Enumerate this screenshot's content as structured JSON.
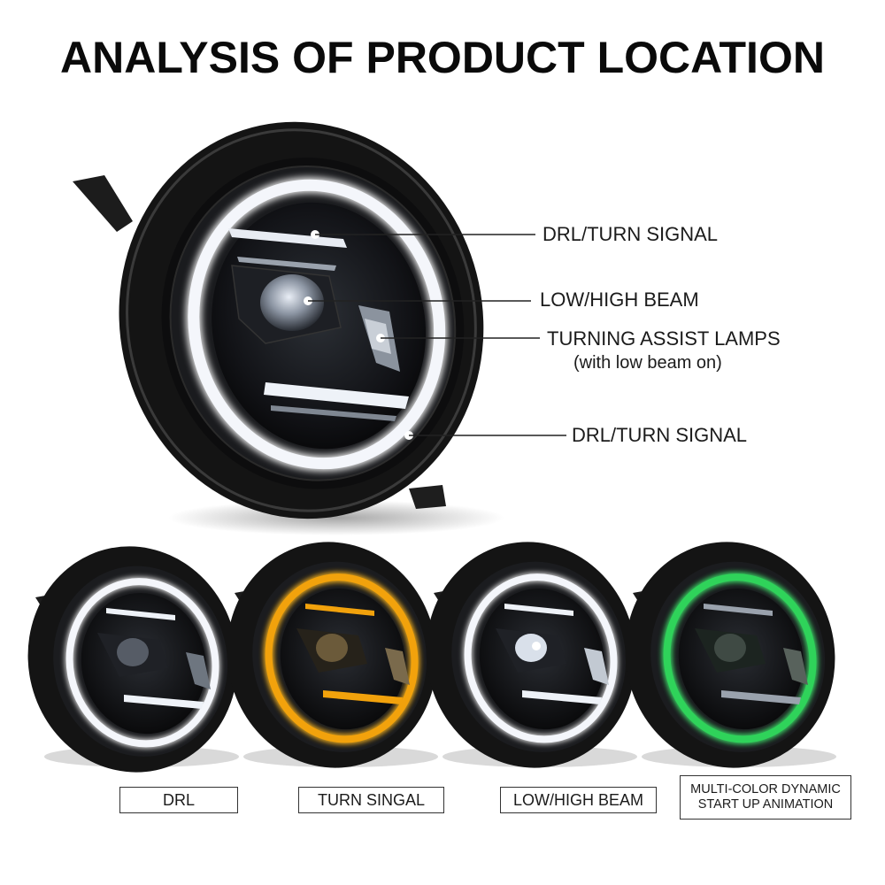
{
  "title": "ANALYSIS OF PRODUCT LOCATION",
  "callouts": {
    "drl_top": "DRL/TURN SIGNAL",
    "beam": "LOW/HIGH BEAM",
    "assist": "TURNING ASSIST LAMPS",
    "assist_sub": "(with low beam on)",
    "drl_bottom": "DRL/TURN SIGNAL"
  },
  "modes": [
    {
      "line1": "DRL",
      "line2": ""
    },
    {
      "line1": "TURN SINGAL",
      "line2": ""
    },
    {
      "line1": "LOW/HIGH BEAM",
      "line2": ""
    },
    {
      "line1": "MULTI-COLOR DYNAMIC",
      "line2": "START UP ANIMATION"
    }
  ],
  "colors": {
    "housing": "#151515",
    "ring_white": "#f4f6fb",
    "ring_amber": "#f2a20c",
    "ring_green": "#2fd35a",
    "callout_line": "#222222"
  },
  "icons": [
    "headlight-main-image",
    "headlight-drl-image",
    "headlight-turn-image",
    "headlight-beam-image",
    "headlight-multicolor-image"
  ]
}
